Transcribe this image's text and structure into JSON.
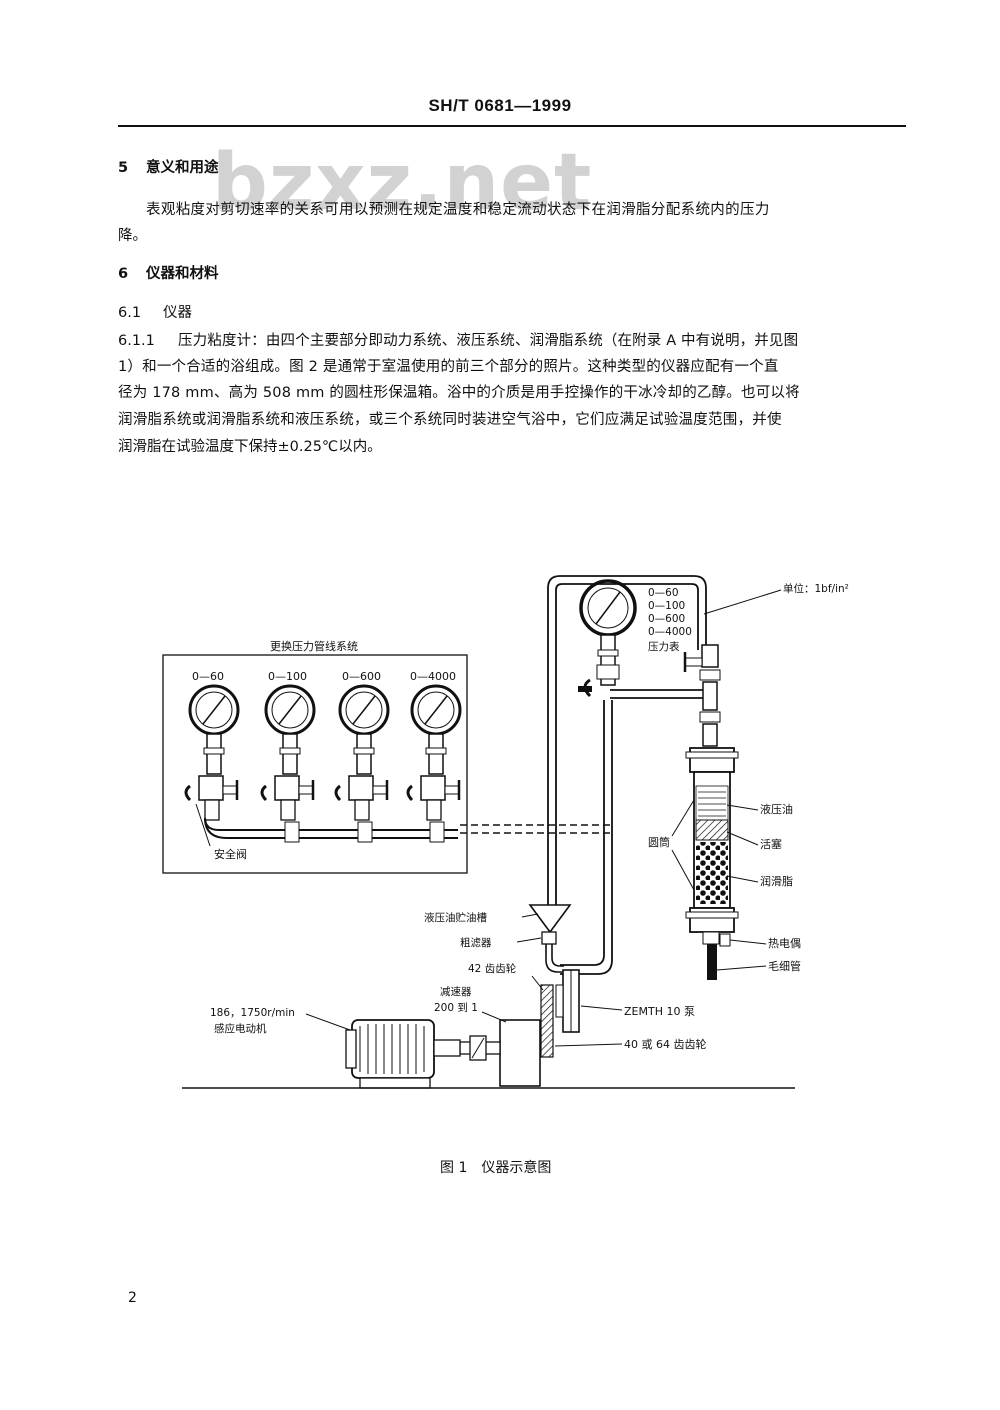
{
  "header": {
    "code": "SH/T 0681—1999"
  },
  "watermark": "bzxz.net",
  "section5": {
    "number": "5",
    "title": "意义和用途",
    "para_line1": "表观粘度对剪切速率的关系可用以预测在规定温度和稳定流动状态下在润滑脂分配系统内的压力",
    "para_line2": "降。"
  },
  "section6": {
    "number": "6",
    "title": "仪器和材料"
  },
  "section6_1": {
    "number": "6.1",
    "title": "仪器"
  },
  "section6_1_1": {
    "number": "6.1.1",
    "lines": [
      "压力粘度计：由四个主要部分即动力系统、液压系统、润滑脂系统（在附录 A 中有说明，并见图",
      "1）和一个合适的浴组成。图 2 是通常于室温使用的前三个部分的照片。这种类型的仪器应配有一个直",
      "径为 178 mm、高为 508 mm 的圆柱形保温箱。浴中的介质是用手控操作的干冰冷却的乙醇。也可以将",
      "润滑脂系统或润滑脂系统和液压系统，或三个系统同时装进空气浴中，它们应满足试验温度范围，并使",
      "润滑脂在试验温度下保持±0.25℃以内。"
    ]
  },
  "figure": {
    "box_title": "更换压力管线系统",
    "gauge_ranges": [
      "0—60",
      "0—100",
      "0—600",
      "0—4000"
    ],
    "safety_valve": "安全阀",
    "main_gauge_ranges": [
      "0—60",
      "0—100",
      "0—600",
      "0—4000"
    ],
    "pressure_gauge": "压力表",
    "unit": "单位：1bf/in²",
    "hydraulic_oil": "液压油",
    "cylinder": "圆筒",
    "piston": "活塞",
    "grease": "润滑脂",
    "thermocouple": "热电偶",
    "capillary": "毛细管",
    "reservoir": "液压油贮油槽",
    "coarse_filter": "粗滤器",
    "gear42": "42 齿齿轮",
    "reducer_line1": "减速器",
    "reducer_line2": "200 到 1",
    "pump": "ZEMTH 10 泵",
    "motor_line1": "186，1750r/min",
    "motor_line2": "感应电动机",
    "gear40": "40 或 64 齿齿轮",
    "caption": "图 1　仪器示意图"
  },
  "page_number": "2"
}
